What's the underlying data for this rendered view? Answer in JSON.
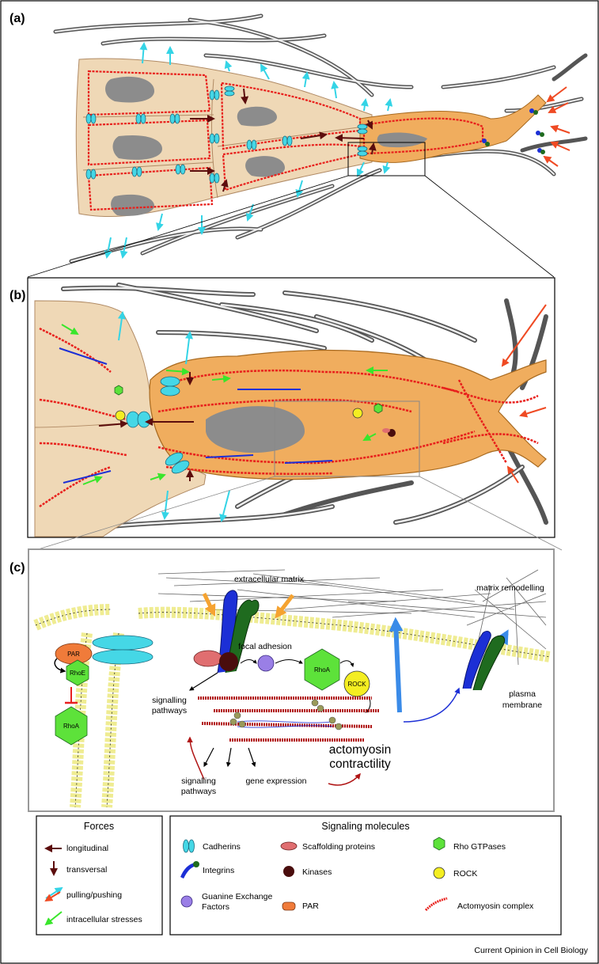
{
  "panels": {
    "a": "(a)",
    "b": "(b)",
    "c": "(c)"
  },
  "panel_c": {
    "extracellular_matrix": "extracellular matrix",
    "matrix_remodelling": "matrix remodelling",
    "focal_adhesion": "focal adhesion",
    "par": "PAR",
    "rhoe": "RhoE",
    "rhoa_left": "RhoA",
    "rhoa": "RhoA",
    "rock": "ROCK",
    "signalling_pathways_1_line1": "signalling",
    "signalling_pathways_1_line2": "pathways",
    "signalling_pathways_2_line1": "signalling",
    "signalling_pathways_2_line2": "pathways",
    "gene_expression": "gene expression",
    "actomyosin_line1": "actomyosin",
    "actomyosin_line2": "contractility",
    "plasma_line1": "plasma",
    "plasma_line2": "membrane"
  },
  "legend_forces": {
    "title": "Forces",
    "items": [
      "longitudinal",
      "transversal",
      "pulling/pushing",
      "intracellular stresses"
    ]
  },
  "legend_signaling": {
    "title": "Signaling molecules",
    "cadherins": "Cadherins",
    "integrins": "Integrins",
    "gef_line1": "Guanine Exchange",
    "gef_line2": "Factors",
    "scaffolding": "Scaffolding proteins",
    "kinases": "Kinases",
    "par": "PAR",
    "rho_gtpases": "Rho GTPases",
    "rock": "ROCK",
    "actomyosin": "Actomyosin complex"
  },
  "footer": "Current Opinion in Cell Biology",
  "colors": {
    "cell_light": "#efd8b6",
    "cell_leader": "#f0ad5e",
    "nucleus": "#8c8c8c",
    "actomyosin": "#e8201c",
    "cadherin": "#45d7e6",
    "pull_push": "#34d4e6",
    "pull_push_front": "#ef4a23",
    "longitudinal": "#5c0d0d",
    "intracellular": "#39e62b",
    "rho_gtpase": "#5de23a",
    "rock": "#f4ee22",
    "kinase": "#4a0d0d",
    "gef": "#9a7fe6",
    "scaffold": "#e06e70",
    "par": "#f07b3a",
    "integrin_blue": "#1c2fd6",
    "integrin_green": "#1f6b1f",
    "orange_force": "#f5a331",
    "blue_force": "#3a8be8"
  }
}
